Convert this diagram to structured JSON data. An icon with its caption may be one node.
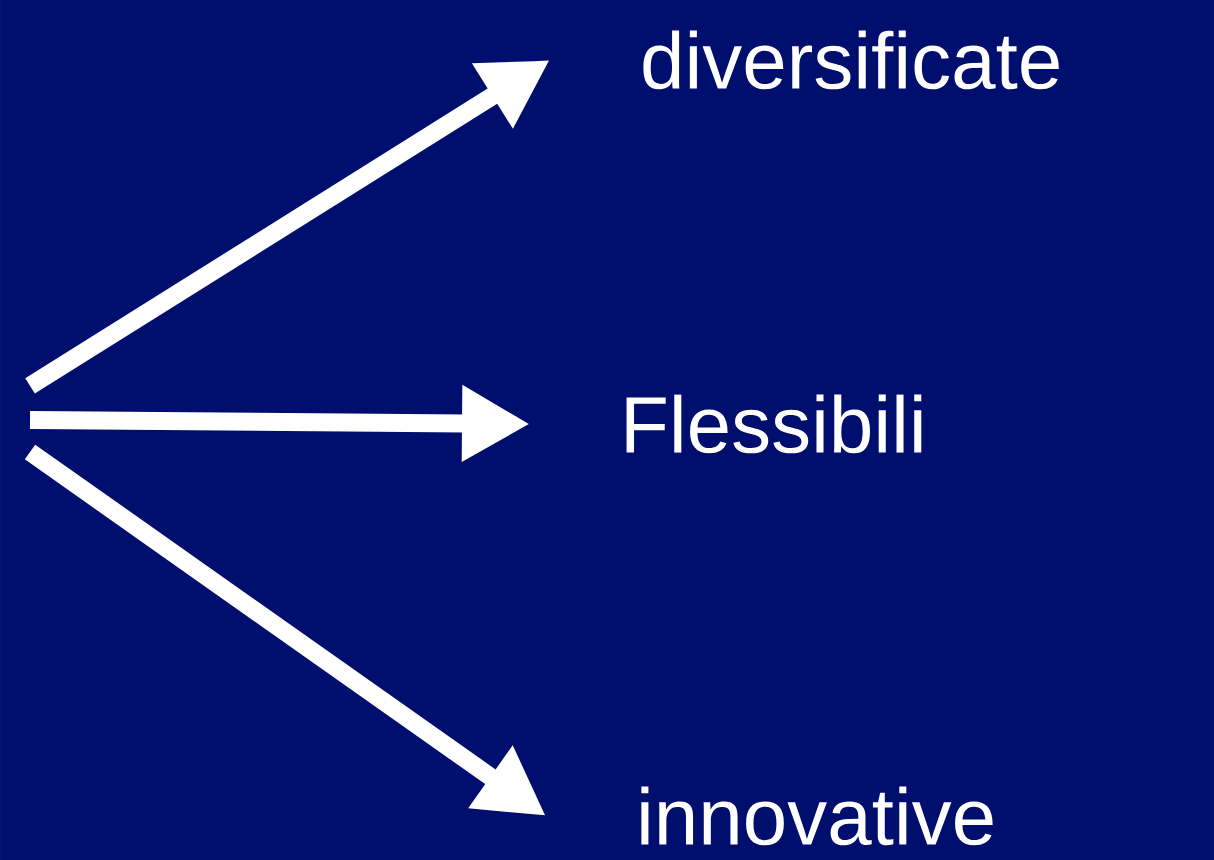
{
  "diagram": {
    "nodes": [
      {
        "text": [
          "diversificate"
        ]
      },
      {
        "text": [
          "Flessibili"
        ]
      },
      {
        "text": [
          "innovative"
        ]
      }
    ],
    "edges": [
      {
        "from": null,
        "to": 0,
        "arrow": "to"
      },
      {
        "from": null,
        "to": 1,
        "arrow": "to"
      },
      {
        "from": null,
        "to": 2,
        "arrow": "to"
      }
    ]
  }
}
